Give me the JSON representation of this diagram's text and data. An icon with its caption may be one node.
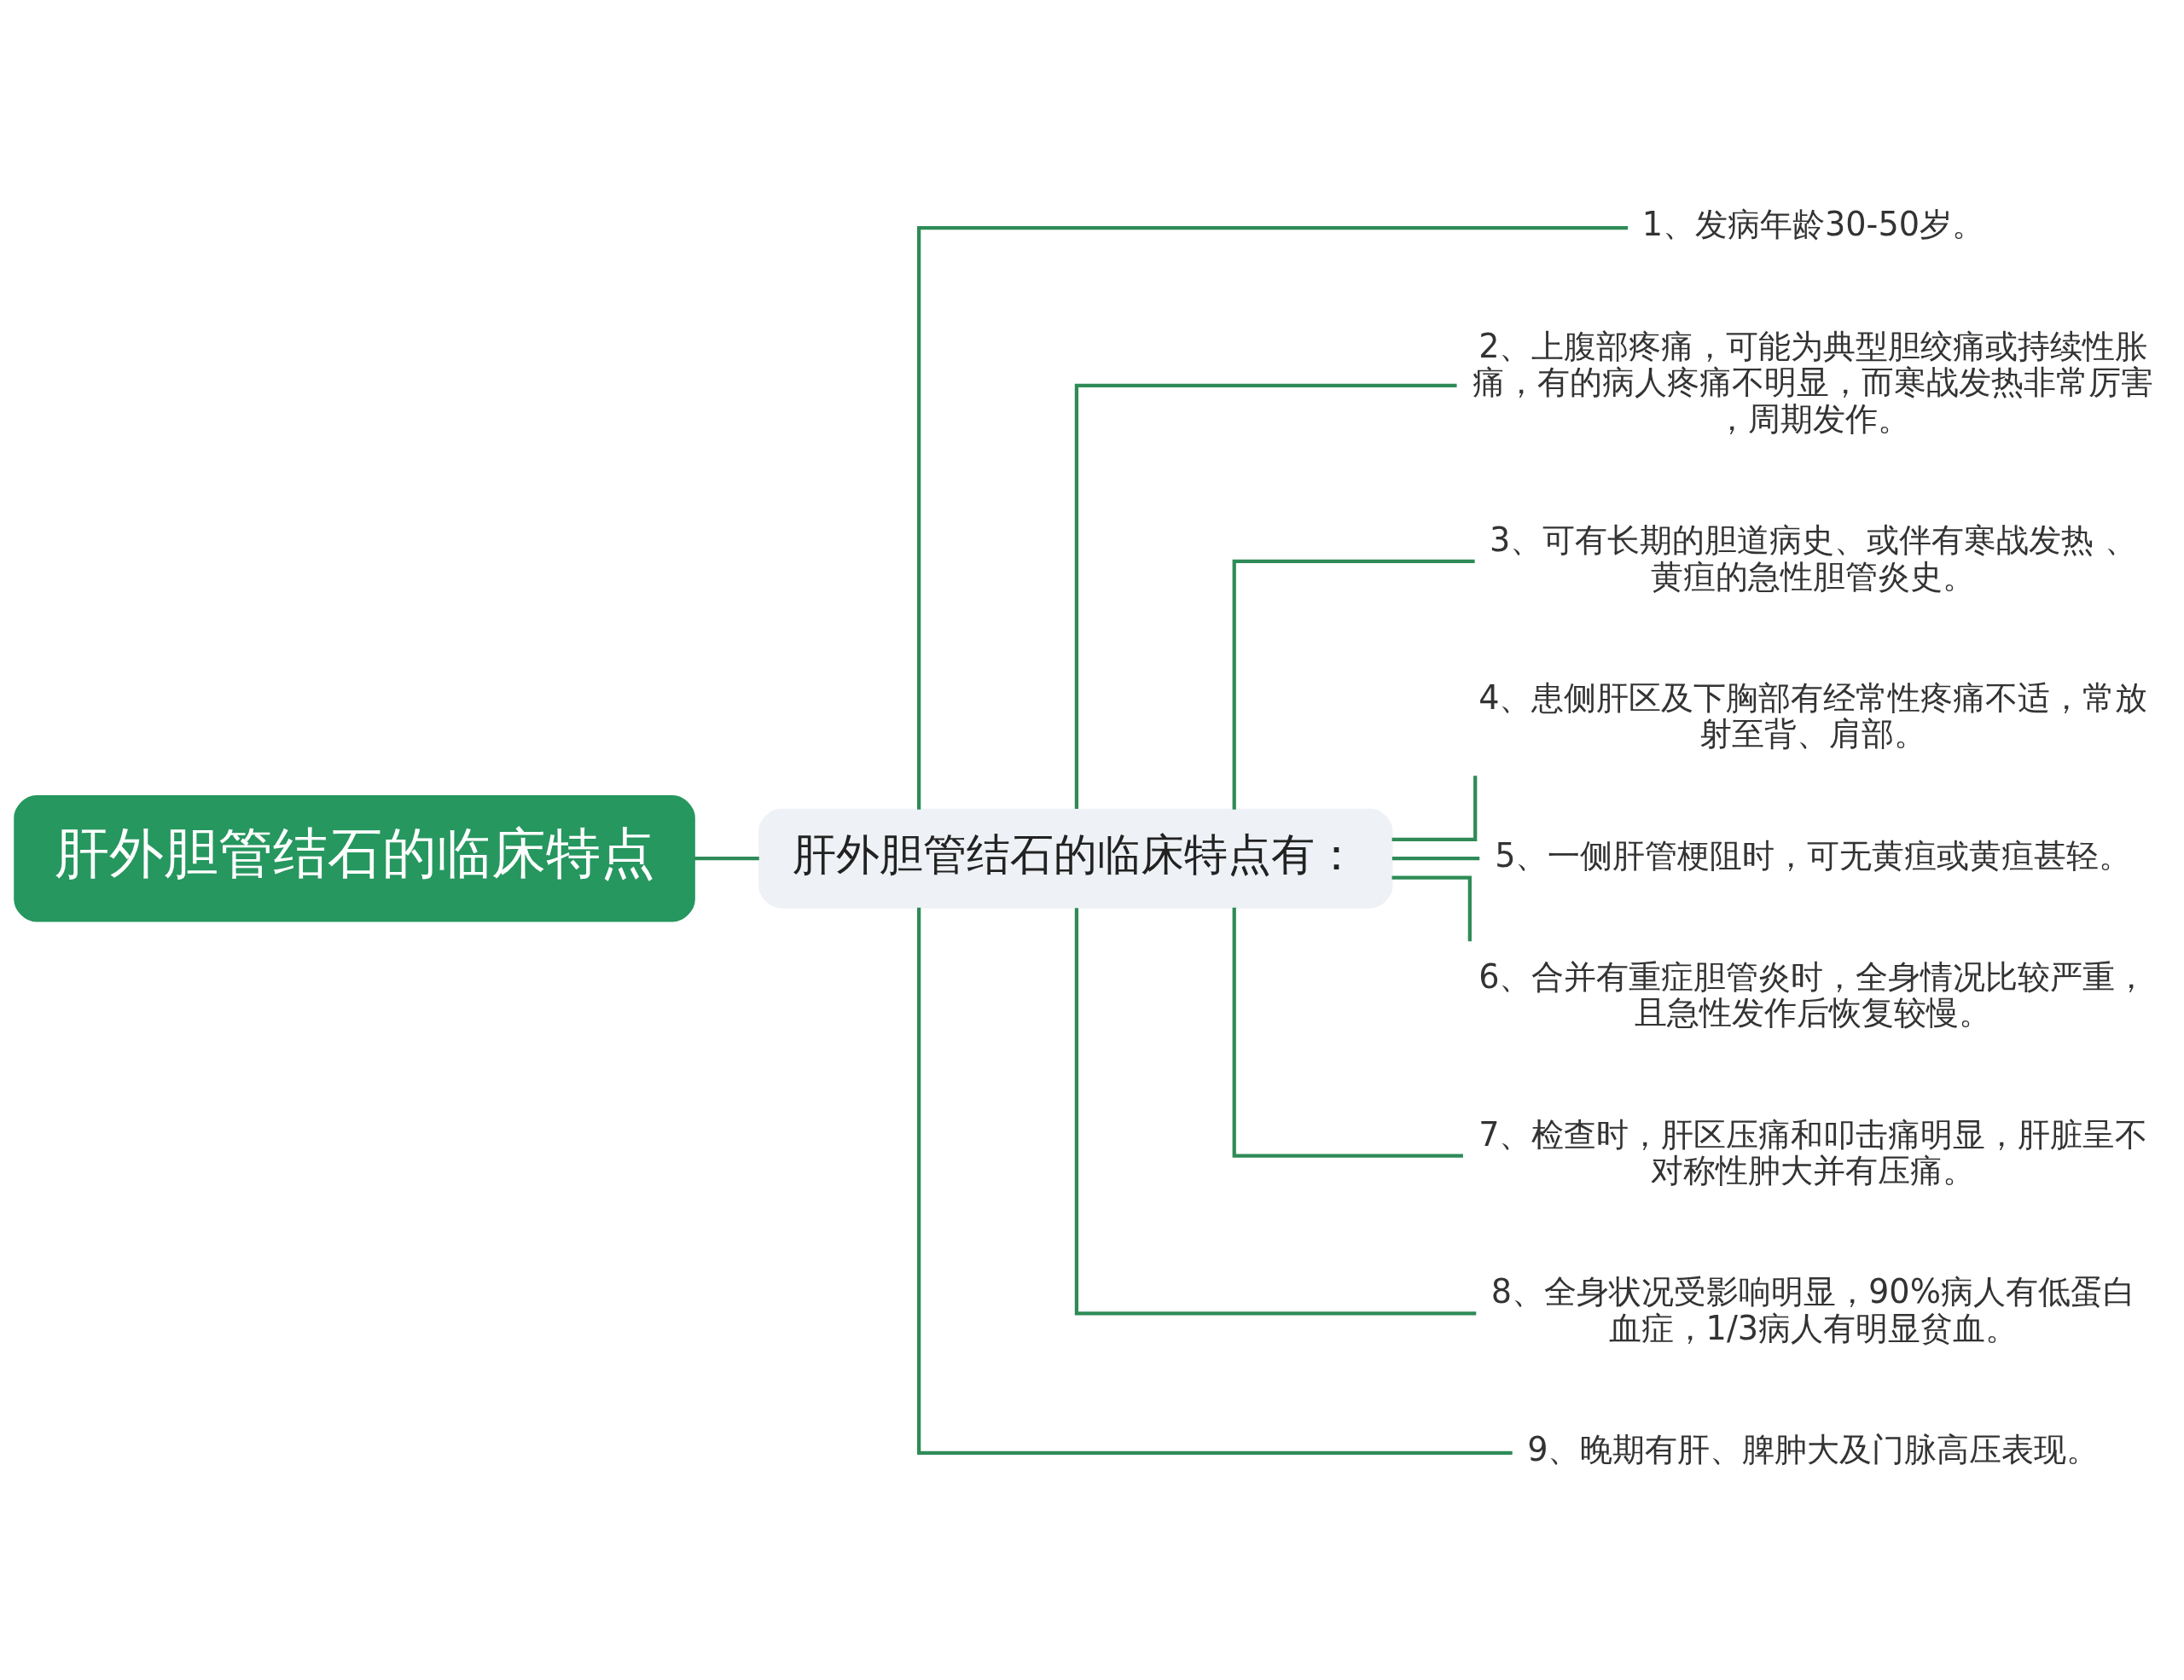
{
  "diagram": {
    "nodes": [
      {
        "text": [
          "肝外胆管结石的临床特点"
        ]
      },
      {
        "text": [
          "肝外胆管结石的临床特点有："
        ]
      },
      {
        "text": [
          "1、发病年龄30-50岁。"
        ]
      },
      {
        "text": [
          "2、上腹部疼痛，可能为典型胆绞痛或持续性胀痛，有的病人疼痛不明显，而寒战发热非常厉害，周期发作。"
        ]
      },
      {
        "text": [
          "3、可有长期的胆道病史、或伴有寒战发热 、黄疸的急性胆管炎史。"
        ]
      },
      {
        "text": [
          "4、患侧肝区及下胸部有经常性疼痛不适，常放射至背、肩部。"
        ]
      },
      {
        "text": [
          "5、一侧肝管梗阻时，可无黄疸或黄疸甚轻。"
        ]
      },
      {
        "text": [
          "6、合并有重症胆管炎时，全身情况比较严重，且急性发作后恢复较慢。"
        ]
      },
      {
        "text": [
          "7、检查时，肝区压痛和叩击痛明显，肝脏呈不对称性肿大并有压痛。"
        ]
      },
      {
        "text": [
          "8、全身状况受影响明显，90%病人有低蛋白血症，1/3病人有明显贫血。"
        ]
      },
      {
        "text": [
          "9、晚期有肝、脾肿大及门脉高压表现。"
        ]
      }
    ],
    "edges": [
      {
        "from": 0,
        "to": 1,
        "arrow": "none"
      },
      {
        "from": 1,
        "to": 2,
        "arrow": "none"
      },
      {
        "from": 1,
        "to": 3,
        "arrow": "none"
      },
      {
        "from": 1,
        "to": 4,
        "arrow": "none"
      },
      {
        "from": 1,
        "to": 5,
        "arrow": "none"
      },
      {
        "from": 1,
        "to": 6,
        "arrow": "none"
      },
      {
        "from": 1,
        "to": 7,
        "arrow": "none"
      },
      {
        "from": 1,
        "to": 8,
        "arrow": "none"
      },
      {
        "from": 1,
        "to": 9,
        "arrow": "none"
      },
      {
        "from": 1,
        "to": 10,
        "arrow": "none"
      }
    ]
  }
}
